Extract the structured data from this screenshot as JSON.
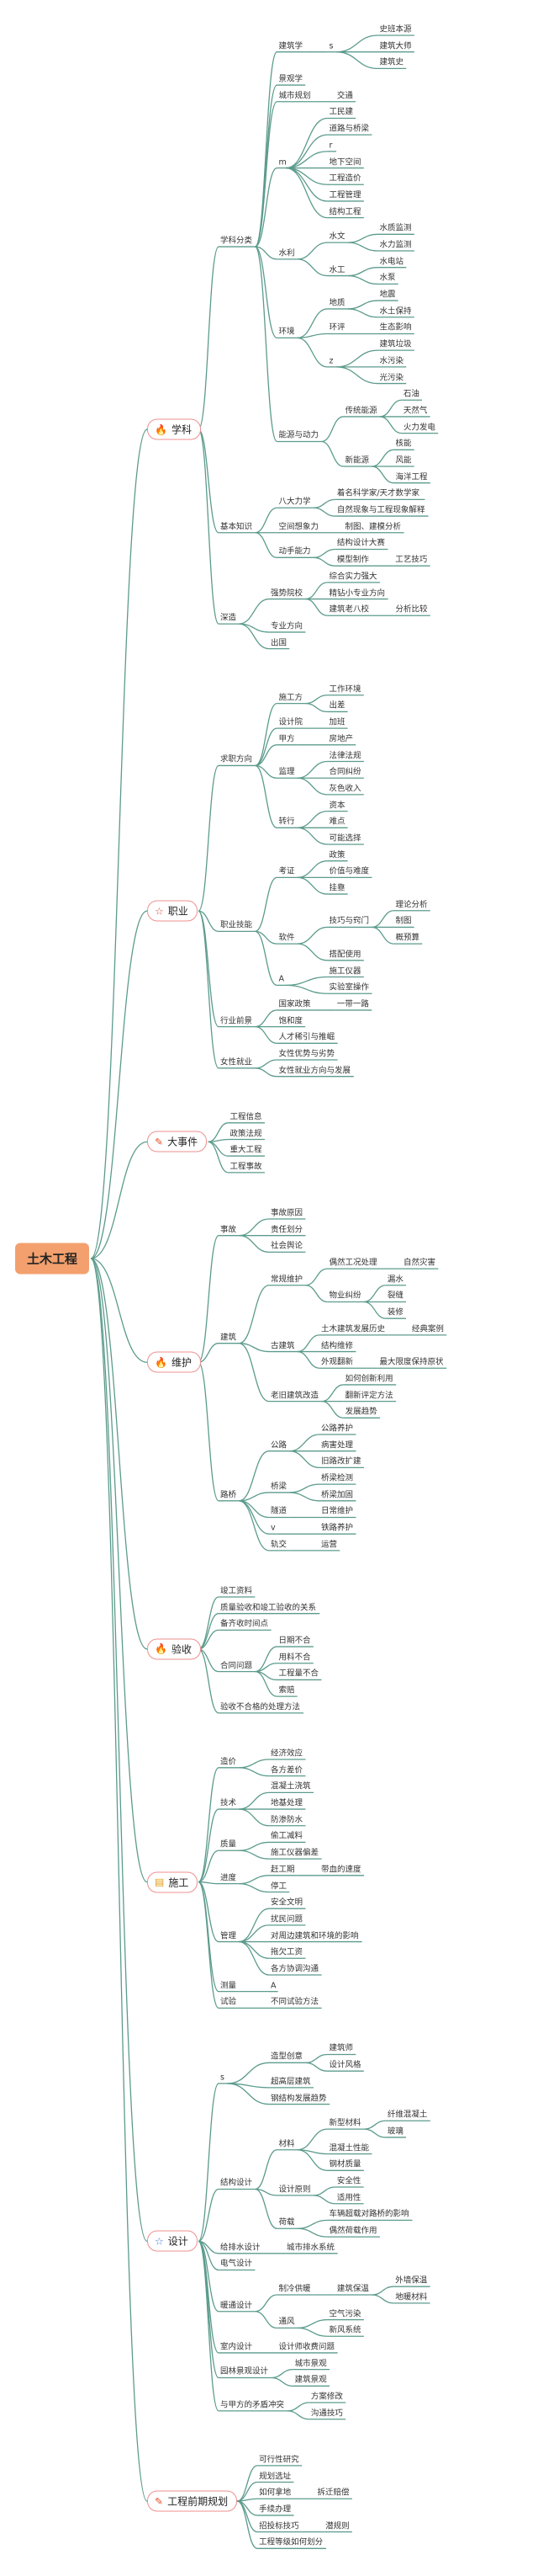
{
  "root": {
    "label": "土木工程"
  },
  "categories": [
    {
      "label": "学科",
      "icon": "fire-icon",
      "icon_glyph": "🔥",
      "icon_color": "#e8532b",
      "children": [
        {
          "label": "学科分类",
          "children": [
            {
              "label": "建筑学",
              "children": [
                {
                  "label": "s",
                  "children": [
                    {
                      "label": "史班本源"
                    },
                    {
                      "label": "建筑大师"
                    },
                    {
                      "label": "建筑史"
                    }
                  ]
                }
              ]
            },
            {
              "label": "景观学"
            },
            {
              "label": "城市规划",
              "children": [
                {
                  "label": "交通"
                }
              ]
            },
            {
              "label": "m",
              "children": [
                {
                  "label": "工民建"
                },
                {
                  "label": "道路与桥梁"
                },
                {
                  "label": "r"
                },
                {
                  "label": "地下空间"
                },
                {
                  "label": "工程造价"
                },
                {
                  "label": "工程管理"
                },
                {
                  "label": "结构工程"
                }
              ]
            },
            {
              "label": "水利",
              "children": [
                {
                  "label": "水文",
                  "children": [
                    {
                      "label": "水质监测"
                    },
                    {
                      "label": "水力监测"
                    }
                  ]
                },
                {
                  "label": "水工",
                  "children": [
                    {
                      "label": "水电站"
                    },
                    {
                      "label": "水泵"
                    }
                  ]
                }
              ]
            },
            {
              "label": "环境",
              "children": [
                {
                  "label": "地质",
                  "children": [
                    {
                      "label": "地震"
                    },
                    {
                      "label": "水土保持"
                    }
                  ]
                },
                {
                  "label": "环评",
                  "children": [
                    {
                      "label": "生态影响"
                    }
                  ]
                },
                {
                  "label": "z",
                  "children": [
                    {
                      "label": "建筑垃圾"
                    },
                    {
                      "label": "水污染"
                    },
                    {
                      "label": "光污染"
                    }
                  ]
                }
              ]
            },
            {
              "label": "能源与动力",
              "children": [
                {
                  "label": "传统能源",
                  "children": [
                    {
                      "label": "石油"
                    },
                    {
                      "label": "天然气"
                    },
                    {
                      "label": "火力发电"
                    }
                  ]
                },
                {
                  "label": "新能源",
                  "children": [
                    {
                      "label": "核能"
                    },
                    {
                      "label": "风能"
                    },
                    {
                      "label": "海洋工程"
                    }
                  ]
                }
              ]
            }
          ]
        },
        {
          "label": "基本知识",
          "children": [
            {
              "label": "八大力学",
              "children": [
                {
                  "label": "着名科学家/天才数学家"
                },
                {
                  "label": "自然现象与工程现象解释"
                }
              ]
            },
            {
              "label": "空间想象力",
              "children": [
                {
                  "label": "制图、建模分析"
                }
              ]
            },
            {
              "label": "动手能力",
              "children": [
                {
                  "label": "结构设计大赛"
                },
                {
                  "label": "模型制作",
                  "children": [
                    {
                      "label": "工艺技巧"
                    }
                  ]
                }
              ]
            }
          ]
        },
        {
          "label": "深造",
          "children": [
            {
              "label": "强势院校",
              "children": [
                {
                  "label": "综合实力强大"
                },
                {
                  "label": "精钻小专业方向"
                },
                {
                  "label": "建筑老八校",
                  "children": [
                    {
                      "label": "分析比较"
                    }
                  ]
                }
              ]
            },
            {
              "label": "专业方向"
            },
            {
              "label": "出国"
            }
          ]
        }
      ]
    },
    {
      "label": "职业",
      "icon": "star-icon",
      "icon_glyph": "☆",
      "icon_color": "#e24a4a",
      "children": [
        {
          "label": "求职方向",
          "children": [
            {
              "label": "施工方",
              "children": [
                {
                  "label": "工作环境"
                },
                {
                  "label": "出差"
                }
              ]
            },
            {
              "label": "设计院",
              "children": [
                {
                  "label": "加班"
                }
              ]
            },
            {
              "label": "甲方",
              "children": [
                {
                  "label": "房地产"
                }
              ]
            },
            {
              "label": "监理",
              "children": [
                {
                  "label": "法律法规"
                },
                {
                  "label": "合同纠纷"
                },
                {
                  "label": "灰色收入"
                }
              ]
            },
            {
              "label": "转行",
              "children": [
                {
                  "label": "资本"
                },
                {
                  "label": "难点"
                },
                {
                  "label": "可能选择"
                }
              ]
            }
          ]
        },
        {
          "label": "职业技能",
          "children": [
            {
              "label": "考证",
              "children": [
                {
                  "label": "政策"
                },
                {
                  "label": "价值与难度"
                },
                {
                  "label": "挂靠"
                }
              ]
            },
            {
              "label": "软件",
              "children": [
                {
                  "label": "技巧与窍门",
                  "children": [
                    {
                      "label": "理论分析"
                    },
                    {
                      "label": "制图"
                    },
                    {
                      "label": "概预算"
                    }
                  ]
                },
                {
                  "label": "搭配使用"
                }
              ]
            },
            {
              "label": "A",
              "children": [
                {
                  "label": "施工仪器"
                },
                {
                  "label": "实验室操作"
                }
              ]
            }
          ]
        },
        {
          "label": "行业前景",
          "children": [
            {
              "label": "国家政策",
              "children": [
                {
                  "label": "一带一路"
                }
              ]
            },
            {
              "label": "饱和度"
            },
            {
              "label": "人才稀引与推崛"
            }
          ]
        },
        {
          "label": "女性就业",
          "children": [
            {
              "label": "女性优势与劣势"
            },
            {
              "label": "女性就业方向与发展"
            }
          ]
        }
      ]
    },
    {
      "label": "大事件",
      "icon": "pen-icon",
      "icon_glyph": "✎",
      "icon_color": "#e8532b",
      "children": [
        {
          "label": "工程信息"
        },
        {
          "label": "政策法规"
        },
        {
          "label": "重大工程"
        },
        {
          "label": "工程事故"
        }
      ]
    },
    {
      "label": "维护",
      "icon": "fire-icon",
      "icon_glyph": "🔥",
      "icon_color": "#e8532b",
      "children": [
        {
          "label": "事故",
          "children": [
            {
              "label": "事故原因"
            },
            {
              "label": "责任划分"
            },
            {
              "label": "社会舆论"
            }
          ]
        },
        {
          "label": "建筑",
          "children": [
            {
              "label": "常规维护",
              "children": [
                {
                  "label": "偶然工况处理",
                  "children": [
                    {
                      "label": "自然灾害"
                    }
                  ]
                },
                {
                  "label": "物业纠纷",
                  "children": [
                    {
                      "label": "漏水"
                    },
                    {
                      "label": "裂缝"
                    },
                    {
                      "label": "装修"
                    }
                  ]
                }
              ]
            },
            {
              "label": "古建筑",
              "children": [
                {
                  "label": "土木建筑发展历史",
                  "children": [
                    {
                      "label": "经典案例"
                    }
                  ]
                },
                {
                  "label": "结构维修"
                },
                {
                  "label": "外观翻新",
                  "children": [
                    {
                      "label": "最大限度保持原状"
                    }
                  ]
                }
              ]
            },
            {
              "label": "老旧建筑改造",
              "children": [
                {
                  "label": "如何创新利用"
                },
                {
                  "label": "翻新评定方法"
                },
                {
                  "label": "发展趋势"
                }
              ]
            }
          ]
        },
        {
          "label": "路桥",
          "children": [
            {
              "label": "公路",
              "children": [
                {
                  "label": "公路养护"
                },
                {
                  "label": "病害处理"
                },
                {
                  "label": "旧路改扩建"
                }
              ]
            },
            {
              "label": "桥梁",
              "children": [
                {
                  "label": "桥梁检测"
                },
                {
                  "label": "桥梁加固"
                }
              ]
            },
            {
              "label": "隧道",
              "children": [
                {
                  "label": "日常维护"
                }
              ]
            },
            {
              "label": "v",
              "children": [
                {
                  "label": "铁路养护"
                }
              ]
            },
            {
              "label": "轨交",
              "children": [
                {
                  "label": "运营"
                }
              ]
            }
          ]
        }
      ]
    },
    {
      "label": "验收",
      "icon": "fire-icon",
      "icon_glyph": "🔥",
      "icon_color": "#e8532b",
      "children": [
        {
          "label": "竣工资料"
        },
        {
          "label": "质量验收和竣工验收的关系"
        },
        {
          "label": "备齐收时间点"
        },
        {
          "label": "合同问题",
          "children": [
            {
              "label": "日期不合"
            },
            {
              "label": "用料不合"
            },
            {
              "label": "工程量不合"
            },
            {
              "label": "索赔"
            }
          ]
        },
        {
          "label": "验收不合格的处理方法"
        }
      ]
    },
    {
      "label": "施工",
      "icon": "note-icon",
      "icon_glyph": "▤",
      "icon_color": "#e0a020",
      "children": [
        {
          "label": "造价",
          "children": [
            {
              "label": "经济效应"
            },
            {
              "label": "各方差价"
            }
          ]
        },
        {
          "label": "技术",
          "children": [
            {
              "label": "混凝土浇筑"
            },
            {
              "label": "地基处理"
            },
            {
              "label": "防渗防水"
            }
          ]
        },
        {
          "label": "质量",
          "children": [
            {
              "label": "偷工减料"
            },
            {
              "label": "施工仪器偏差"
            }
          ]
        },
        {
          "label": "进度",
          "children": [
            {
              "label": "赶工期",
              "children": [
                {
                  "label": "带血的速度"
                }
              ]
            },
            {
              "label": "停工"
            }
          ]
        },
        {
          "label": "管理",
          "children": [
            {
              "label": "安全文明"
            },
            {
              "label": "扰民问题"
            },
            {
              "label": "对周边建筑和环境的影响"
            },
            {
              "label": "拖欠工资"
            },
            {
              "label": "各方协调沟通"
            }
          ]
        },
        {
          "label": "测量",
          "children": [
            {
              "label": "A"
            }
          ]
        },
        {
          "label": "试验",
          "children": [
            {
              "label": "不同试验方法"
            }
          ]
        }
      ]
    },
    {
      "label": "设计",
      "icon": "star-icon",
      "icon_glyph": "☆",
      "icon_color": "#4a7ad8",
      "children": [
        {
          "label": "s",
          "children": [
            {
              "label": "造型创意",
              "children": [
                {
                  "label": "建筑师"
                },
                {
                  "label": "设计风格"
                }
              ]
            },
            {
              "label": "超高层建筑"
            },
            {
              "label": "钢结构发展趋势"
            }
          ]
        },
        {
          "label": "结构设计",
          "children": [
            {
              "label": "材料",
              "children": [
                {
                  "label": "新型材料",
                  "children": [
                    {
                      "label": "纤维混凝土"
                    },
                    {
                      "label": "玻璃"
                    }
                  ]
                },
                {
                  "label": "混凝土性能"
                },
                {
                  "label": "钢材质量"
                }
              ]
            },
            {
              "label": "设计原则",
              "children": [
                {
                  "label": "安全性"
                },
                {
                  "label": "适用性"
                }
              ]
            },
            {
              "label": "荷载",
              "children": [
                {
                  "label": "车辆超载对路桥的影响"
                },
                {
                  "label": "偶然荷载作用"
                }
              ]
            }
          ]
        },
        {
          "label": "给排水设计",
          "children": [
            {
              "label": "城市排水系统"
            }
          ]
        },
        {
          "label": "电气设计"
        },
        {
          "label": "暖通设计",
          "children": [
            {
              "label": "制冷供暖",
              "children": [
                {
                  "label": "建筑保温",
                  "children": [
                    {
                      "label": "外墙保温"
                    },
                    {
                      "label": "地暖材料"
                    }
                  ]
                }
              ]
            },
            {
              "label": "通风",
              "children": [
                {
                  "label": "空气污染"
                },
                {
                  "label": "新风系统"
                }
              ]
            }
          ]
        },
        {
          "label": "室内设计",
          "children": [
            {
              "label": "设计师收费问题"
            }
          ]
        },
        {
          "label": "园林景观设计",
          "children": [
            {
              "label": "城市景观"
            },
            {
              "label": "建筑景观"
            }
          ]
        },
        {
          "label": "与甲方的矛盾冲突",
          "children": [
            {
              "label": "方案修改"
            },
            {
              "label": "沟通技巧"
            }
          ]
        }
      ]
    },
    {
      "label": "工程前期规划",
      "icon": "pen-icon",
      "icon_glyph": "✎",
      "icon_color": "#e8532b",
      "children": [
        {
          "label": "可行性研究"
        },
        {
          "label": "规划选址"
        },
        {
          "label": "如何拿地",
          "children": [
            {
              "label": "拆迁赔偿"
            }
          ]
        },
        {
          "label": "手续办理"
        },
        {
          "label": "招投标技巧",
          "children": [
            {
              "label": "潜规则"
            }
          ]
        },
        {
          "label": "工程等级如何划分"
        }
      ]
    }
  ]
}
